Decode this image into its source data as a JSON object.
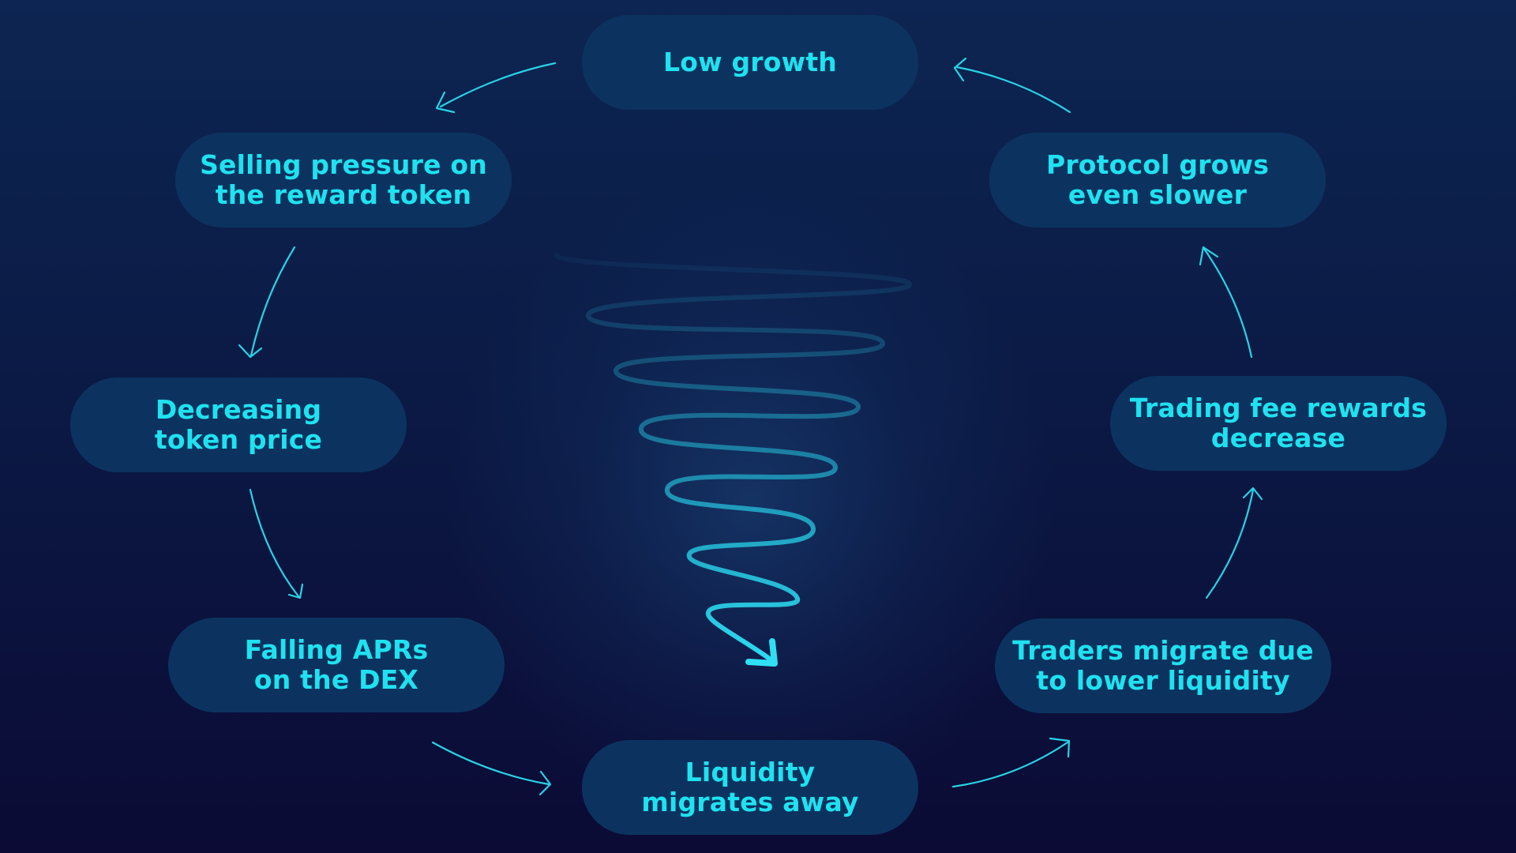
{
  "colors": {
    "background_top": "#0d2552",
    "background_bottom": "#0b0b35",
    "node_fill": "#0c3360",
    "text": "#1fe2f0",
    "arrow": "#29d3e6"
  },
  "cycle": {
    "nodes": [
      {
        "id": "low-growth",
        "label": "Low growth"
      },
      {
        "id": "selling-pressure",
        "label": "Selling pressure on\nthe reward token"
      },
      {
        "id": "decreasing-price",
        "label": "Decreasing\ntoken price"
      },
      {
        "id": "falling-aprs",
        "label": "Falling APRs\non the DEX"
      },
      {
        "id": "liquidity-migrates",
        "label": "Liquidity\nmigrates away"
      },
      {
        "id": "traders-migrate",
        "label": "Traders migrate due\nto lower liquidity"
      },
      {
        "id": "fee-rewards-decrease",
        "label": "Trading fee rewards\ndecrease"
      },
      {
        "id": "protocol-slower",
        "label": "Protocol grows\neven slower"
      }
    ]
  },
  "icons": {
    "center": "spiral-down-arrow-icon"
  }
}
